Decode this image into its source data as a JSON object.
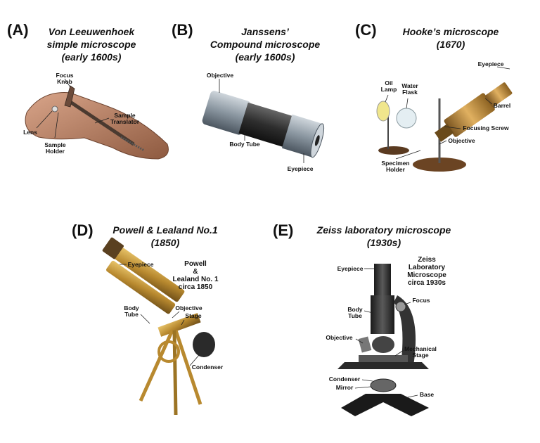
{
  "panels": [
    {
      "letter": "(A)",
      "title": [
        "Von Leeuwenhoek",
        "simple microscope",
        "(early 1600s)"
      ],
      "labels": {
        "focus_knob": "Focus\nKnob",
        "sample_translator": "Sample\nTranslator",
        "lens": "Lens",
        "sample_holder": "Sample\nHolder"
      }
    },
    {
      "letter": "(B)",
      "title": [
        "Janssens’",
        "Compound microscope",
        "(early 1600s)"
      ],
      "labels": {
        "objective": "Objective",
        "body_tube": "Body Tube",
        "eyepiece": "Eyepiece"
      }
    },
    {
      "letter": "(C)",
      "title": [
        "Hooke’s microscope",
        "(1670)"
      ],
      "labels": {
        "eyepiece": "Eyepiece",
        "oil_lamp": "Oil\nLamp",
        "water_flask": "Water\nFlask",
        "barrel": "Barrel",
        "focusing_screw": "Focusing Screw",
        "objective": "Objective",
        "specimen_holder": "Specimen\nHolder"
      }
    },
    {
      "letter": "(D)",
      "title": [
        "Powell & Lealand No.1",
        "(1850)"
      ],
      "caption": "Powell\n&\nLealand No. 1\ncirca 1850",
      "labels": {
        "eyepiece": "Eyepiece",
        "body_tube": "Body\nTube",
        "objective": "Objective",
        "stage": "Stage",
        "condenser": "Condenser"
      }
    },
    {
      "letter": "(E)",
      "title": [
        "Zeiss laboratory microscope",
        "(1930s)"
      ],
      "caption": "Zeiss\nLaboratory\nMicroscope\ncirca 1930s",
      "labels": {
        "eyepiece": "Eyepiece",
        "focus": "Focus",
        "body_tube": "Body\nTube",
        "objective": "Objective",
        "mechanical_stage": "Mechanical\nStage",
        "condenser": "Condenser",
        "mirror": "Mirror",
        "base": "Base"
      }
    }
  ],
  "colors": {
    "brass": "#b8892f",
    "copper": "#b07a5a",
    "steel": "#8a96a0",
    "dark_metal": "#2e2e2e"
  }
}
